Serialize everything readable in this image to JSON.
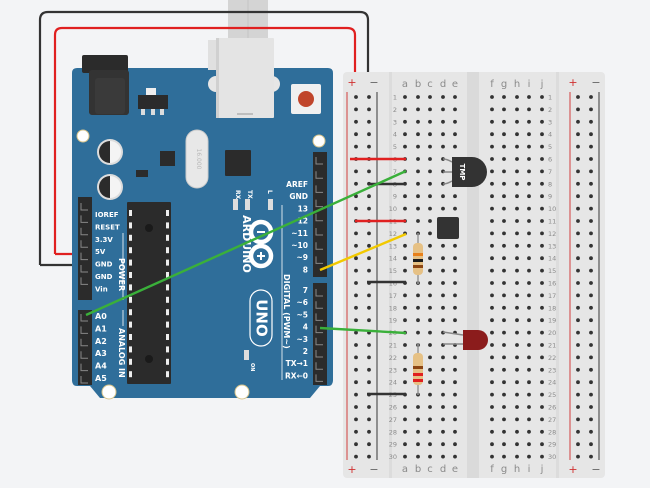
{
  "app": "Circuit simulator canvas",
  "arduino": {
    "brand": "ARDUINO",
    "model": "UNO",
    "on_label": "ON",
    "led_labels": [
      "RX",
      "TX",
      "L"
    ],
    "power_header_title": "POWER",
    "power_pins": [
      "IOREF",
      "RESET",
      "3.3V",
      "5V",
      "GND",
      "GND",
      "Vin"
    ],
    "analog_header_title": "ANALOG IN",
    "analog_pins": [
      "A0",
      "A1",
      "A2",
      "A3",
      "A4",
      "A5"
    ],
    "digital_header_title": "DIGITAL (PWM~)",
    "digital_top_pins": [
      "AREF",
      "GND",
      "13",
      "12",
      "~11",
      "~10",
      "~9",
      "8"
    ],
    "digital_bottom_pins": [
      "7",
      "~6",
      "~5",
      "4",
      "~3",
      "2",
      "TX→1",
      "RX←0"
    ],
    "crystal_text": "16.000",
    "colors": {
      "board": "#2f6e9a",
      "reset_button": "#c0452b"
    }
  },
  "breadboard": {
    "rows": 30,
    "left_columns": [
      "a",
      "b",
      "c",
      "d",
      "e"
    ],
    "right_columns": [
      "f",
      "g",
      "h",
      "i",
      "j"
    ],
    "rail_plus": "+",
    "rail_minus": "−"
  },
  "components": {
    "temp_sensor": {
      "label": "TMP",
      "rows": [
        6,
        7,
        8
      ]
    },
    "piezo": {
      "rows": [
        11,
        12
      ]
    },
    "resistor_1": {
      "rows": [
        12,
        16
      ],
      "bands": [
        "#e8801a",
        "#1a1a1a",
        "#8b4513"
      ]
    },
    "led": {
      "color": "#8b1c1c",
      "rows": [
        20,
        21
      ]
    },
    "resistor_2": {
      "rows": [
        21,
        25
      ],
      "bands": [
        "#8b4513",
        "#e02020",
        "#e02020"
      ]
    }
  },
  "wires": [
    {
      "from": "5V",
      "to": "breadboard left + rail",
      "color": "#e02020"
    },
    {
      "from": "GND",
      "to": "breadboard left − rail",
      "color": "#333333"
    },
    {
      "from": "A0",
      "to": "row 7 a",
      "color": "#3ab03a"
    },
    {
      "from": "pin 8",
      "to": "row 12 a",
      "color": "#f2c900"
    },
    {
      "from": "pin 4",
      "to": "row 20 a",
      "color": "#3ab03a"
    },
    {
      "from": "+ rail",
      "to": "row 6 a",
      "color": "#e02020"
    },
    {
      "from": "− rail",
      "to": "row 8 a",
      "color": "#333333"
    },
    {
      "from": "+ rail",
      "to": "row 11 a",
      "color": "#e02020"
    },
    {
      "from": "− rail",
      "to": "row 16 a",
      "color": "#333333"
    },
    {
      "from": "− rail",
      "to": "row 25 a",
      "color": "#333333"
    }
  ]
}
